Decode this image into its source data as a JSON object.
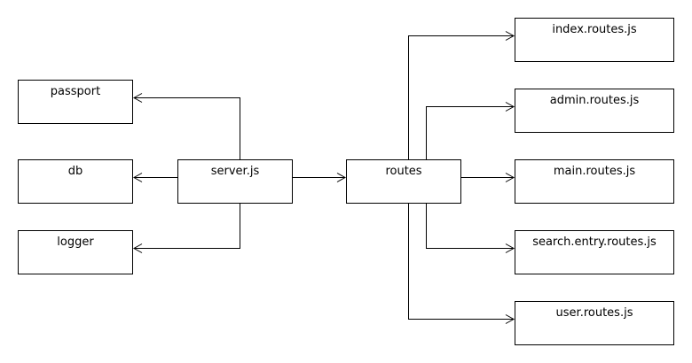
{
  "diagram": {
    "nodes": {
      "passport": "passport",
      "db": "db",
      "logger": "logger",
      "server": "server.js",
      "routes": "routes",
      "index_routes": "index.routes.js",
      "admin_routes": "admin.routes.js",
      "main_routes": "main.routes.js",
      "search_entry_routes": "search.entry.routes.js",
      "user_routes": "user.routes.js"
    },
    "edges": [
      {
        "from": "server.js",
        "to": "passport"
      },
      {
        "from": "server.js",
        "to": "db"
      },
      {
        "from": "server.js",
        "to": "logger"
      },
      {
        "from": "server.js",
        "to": "routes"
      },
      {
        "from": "routes",
        "to": "index.routes.js"
      },
      {
        "from": "routes",
        "to": "admin.routes.js"
      },
      {
        "from": "routes",
        "to": "main.routes.js"
      },
      {
        "from": "routes",
        "to": "search.entry.routes.js"
      },
      {
        "from": "routes",
        "to": "user.routes.js"
      }
    ],
    "colors": {
      "line": "#000000",
      "box_border": "#000000",
      "background": "#ffffff"
    }
  }
}
